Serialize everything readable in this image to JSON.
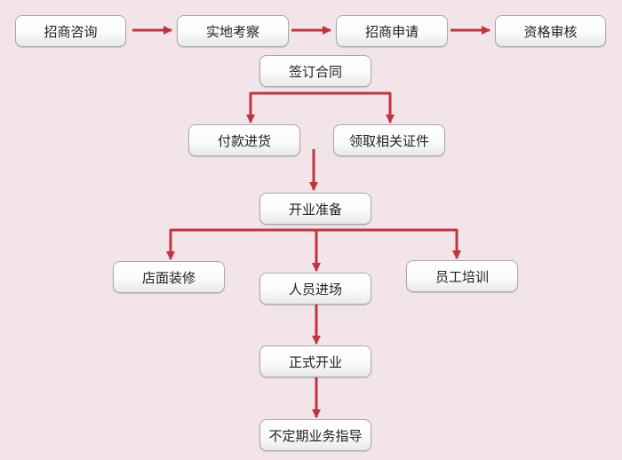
{
  "diagram": {
    "nodes": {
      "consult": "招商咨询",
      "site_visit": "实地考察",
      "application": "招商申请",
      "qualification_review": "资格审核",
      "sign_contract": "签订合同",
      "payment_stock": "付款进货",
      "certificates": "领取相关证件",
      "opening_prep": "开业准备",
      "store_decoration": "店面装修",
      "staff_onboard": "人员进场",
      "staff_training": "员工培训",
      "official_opening": "正式开业",
      "ongoing_guidance": "不定期业务指导"
    },
    "colors": {
      "background": "#f2e4e8",
      "arrow": "#c2343c",
      "node_border": "#a9a9a9"
    }
  }
}
